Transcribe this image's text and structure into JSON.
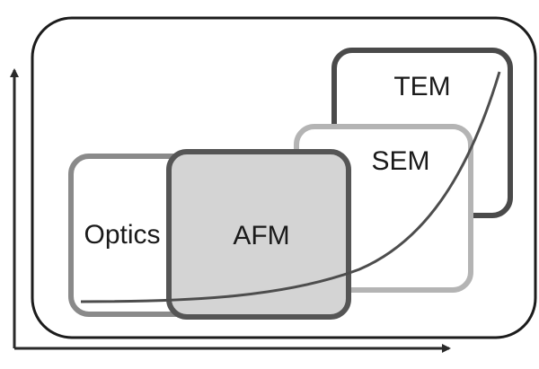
{
  "diagram": {
    "boxes": [
      {
        "id": "tem",
        "label": "TEM"
      },
      {
        "id": "sem",
        "label": "SEM"
      },
      {
        "id": "optics",
        "label": "Optics"
      },
      {
        "id": "afm",
        "label": "AFM"
      }
    ],
    "colors": {
      "frame": "#1c1c1c",
      "tem_border": "#4a4a4a",
      "sem_border": "#b4b4b4",
      "optics_border": "#8a8a8a",
      "afm_border": "#555555",
      "afm_fill": "#d4d4d4",
      "curve": "#4d4d4d",
      "axes": "#2a2a2a"
    }
  }
}
